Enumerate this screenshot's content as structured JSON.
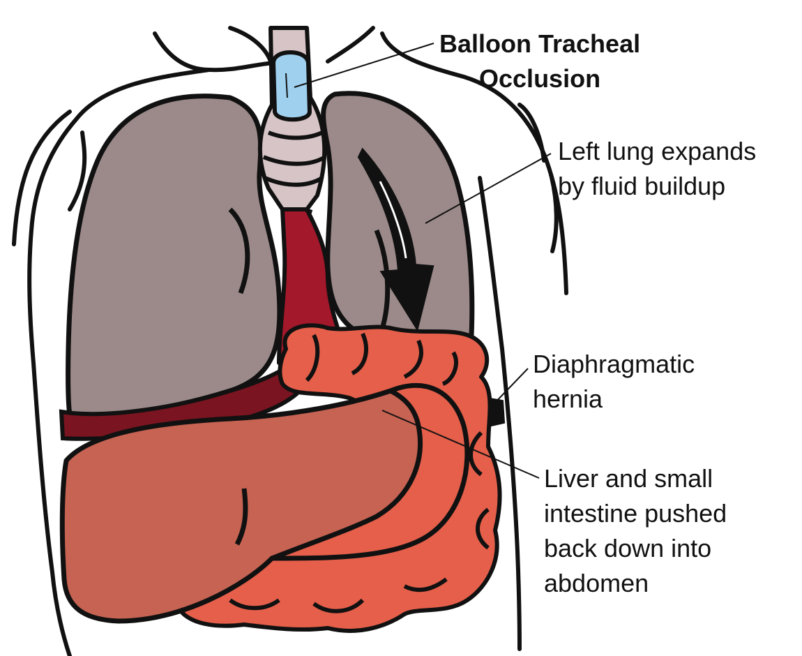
{
  "labels": {
    "balloon": {
      "line1": "Balloon Tracheal",
      "line2": "Occlusion"
    },
    "lung": {
      "line1": "Left lung expands",
      "line2": "by fluid buildup"
    },
    "hernia": {
      "line1": "Diaphragmatic",
      "line2": "hernia"
    },
    "liver": {
      "line1": "Liver and small",
      "line2": "intestine pushed",
      "line3": "back down into",
      "line4": "abdomen"
    }
  },
  "colors": {
    "outline": "#111111",
    "lung": "#9c8a8a",
    "trachea": "#d6c4c6",
    "balloon": "#9fd0ee",
    "heart": "#a3182a",
    "liver": "#c66352",
    "intestine": "#e55f4a",
    "diaphragm": "#7a1420"
  }
}
